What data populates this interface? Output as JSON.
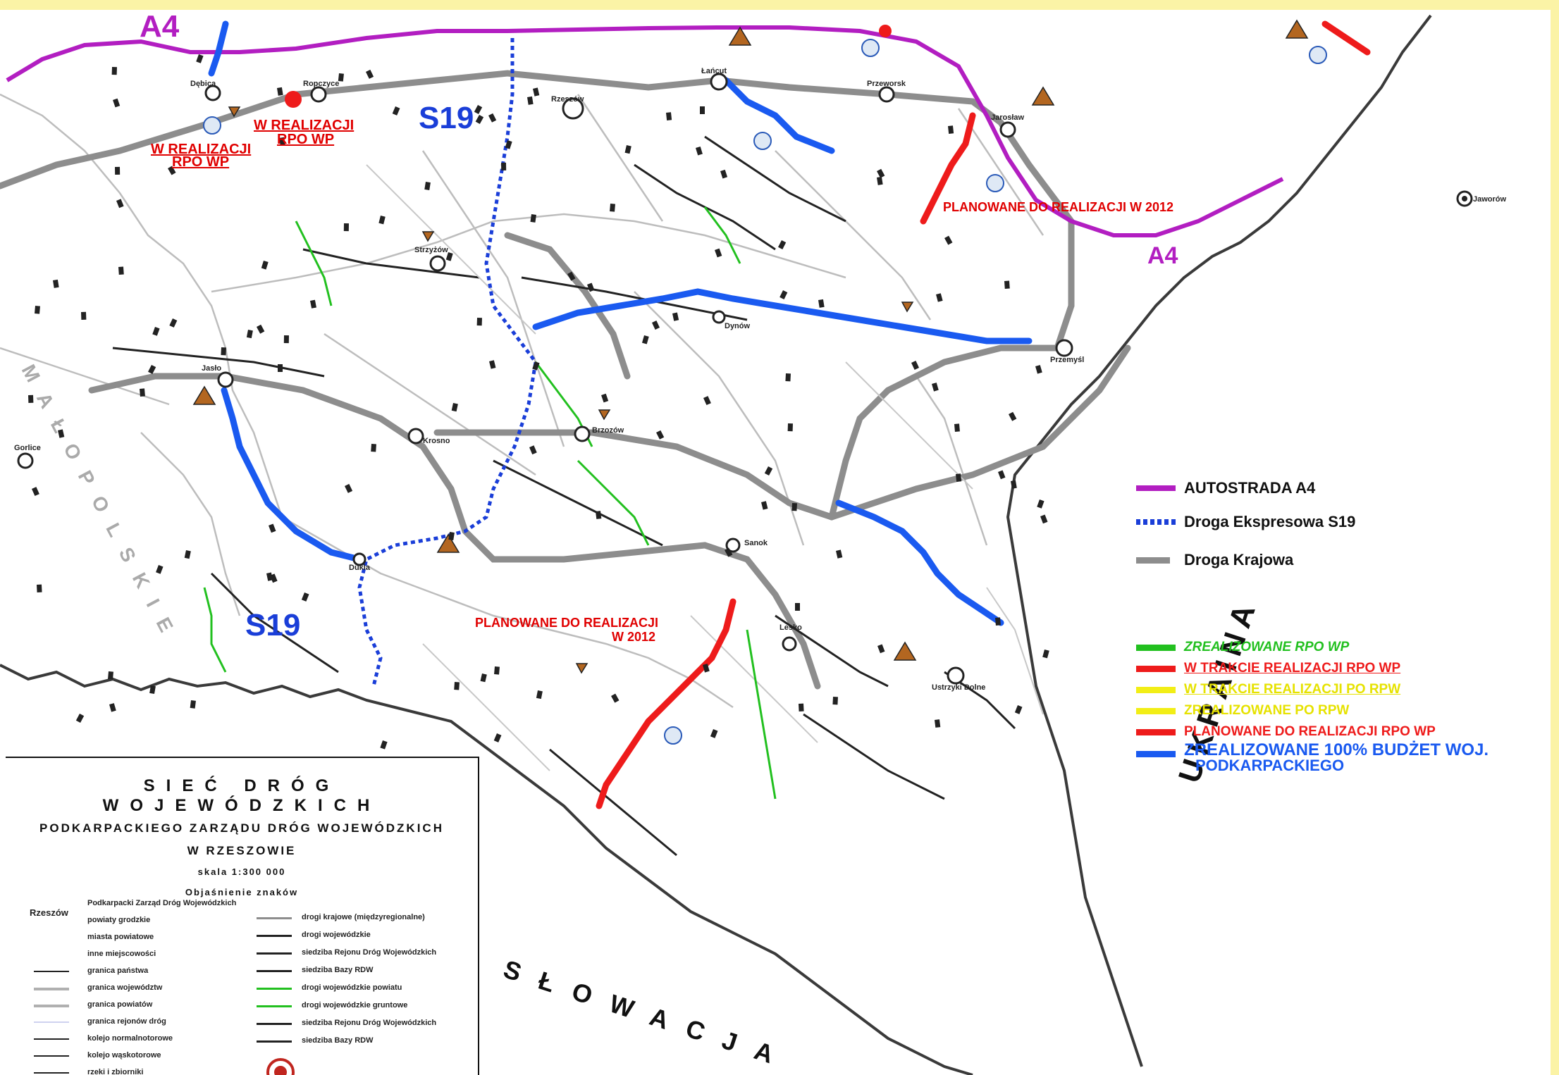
{
  "colors": {
    "autostrada": "#b21ec1",
    "ekspresowa": "#1a3ed8",
    "krajowa": "#8d8d8d",
    "zrealizowane_rpo": "#22c01f",
    "w_trakcie_rpo": "#ee1b1b",
    "w_trakcie_rpw": "#f2ee16",
    "zrealizowane_rpw": "#f2ee16",
    "planowane_rpo": "#ee1b1b",
    "budzet_woj": "#1a5af0",
    "page_bg": "#fbf3a6"
  },
  "map": {
    "road_labels": {
      "a4_top": "A4",
      "a4_right": "A4",
      "s19_top": "S19",
      "s19_bottom": "S19"
    },
    "annotations": {
      "w_realizacji_1": "W REALIZACJI",
      "w_realizacji_1b": "RPO WP",
      "w_realizacji_2": "W REALIZACJI",
      "w_realizacji_2b": "RPO WP",
      "planowane_top": "PLANOWANE DO REALIZACJI W 2012",
      "planowane_mid": "PLANOWANE DO REALIZACJI",
      "planowane_mid_b": "W 2012"
    },
    "countries": {
      "ukraina": "UKRAINA",
      "slowacja": "SŁOWACJA",
      "malopolskie": "MAŁOPOLSKIE"
    },
    "cities": [
      {
        "name": "Rzeszów"
      },
      {
        "name": "Dębica"
      },
      {
        "name": "Ropczyce"
      },
      {
        "name": "Łańcut"
      },
      {
        "name": "Przeworsk"
      },
      {
        "name": "Jarosław"
      },
      {
        "name": "Strzyżów"
      },
      {
        "name": "Jasło"
      },
      {
        "name": "Krosno"
      },
      {
        "name": "Dynów"
      },
      {
        "name": "Przemyśl"
      },
      {
        "name": "Brzozów"
      },
      {
        "name": "Sanok"
      },
      {
        "name": "Lesko"
      },
      {
        "name": "Ustrzyki Dolne"
      },
      {
        "name": "Gorlice"
      },
      {
        "name": "Dukla"
      },
      {
        "name": "Jaworów"
      }
    ]
  },
  "right_legend": {
    "autostrada": "AUTOSTRADA A4",
    "ekspresowa": "Droga Ekspresowa S19",
    "krajowa": "Droga Krajowa",
    "zrealizowane_rpo": "ZREALIZOWANE RPO WP",
    "w_trakcie_rpo": "W TRAKCIE REALIZACJI RPO WP",
    "w_trakcie_rpw": "W TRAKCIE REALIZACJI PO RPW",
    "zrealizowane_rpw": "ZREALIZOWANE PO RPW",
    "planowane_rpo": "PLANOWANE DO REALIZACJI RPO WP",
    "budzet_line1": "ZREALIZOWANE 100% BUDŻET WOJ.",
    "budzet_line2": "PODKARPACKIEGO"
  },
  "legend_panel": {
    "title1": "SIEĆ DRÓG WOJEWÓDZKICH",
    "title2": "PODKARPACKIEGO ZARZĄDU DRÓG WOJEWÓDZKICH",
    "title3": "W RZESZOWIE",
    "scale": "skala 1:300 000",
    "symbols_heading": "Objaśnienie znaków",
    "left_items": [
      "Podkarpacki Zarząd Dróg Wojewódzkich",
      "powiaty grodzkie",
      "miasta powiatowe",
      "inne miejscowości",
      "granica państwa",
      "granica województw",
      "granica powiatów",
      "granica rejonów dróg",
      "kolejo normalnotorowe",
      "kolejo wąskotorowe",
      "rzeki i zbiorniki"
    ],
    "left_label": "Rzeszów",
    "right_items": [
      "drogi krajowe (międzyregionalne)",
      "drogi wojewódzkie",
      "siedziba Rejonu Dróg Wojewódzkich",
      "siedziba Bazy RDW",
      "drogi wojewódzkie powiatu",
      "drogi wojewódzkie gruntowe",
      "siedziba Rejonu Dróg Wojewódzkich",
      "siedziba Bazy RDW"
    ]
  }
}
